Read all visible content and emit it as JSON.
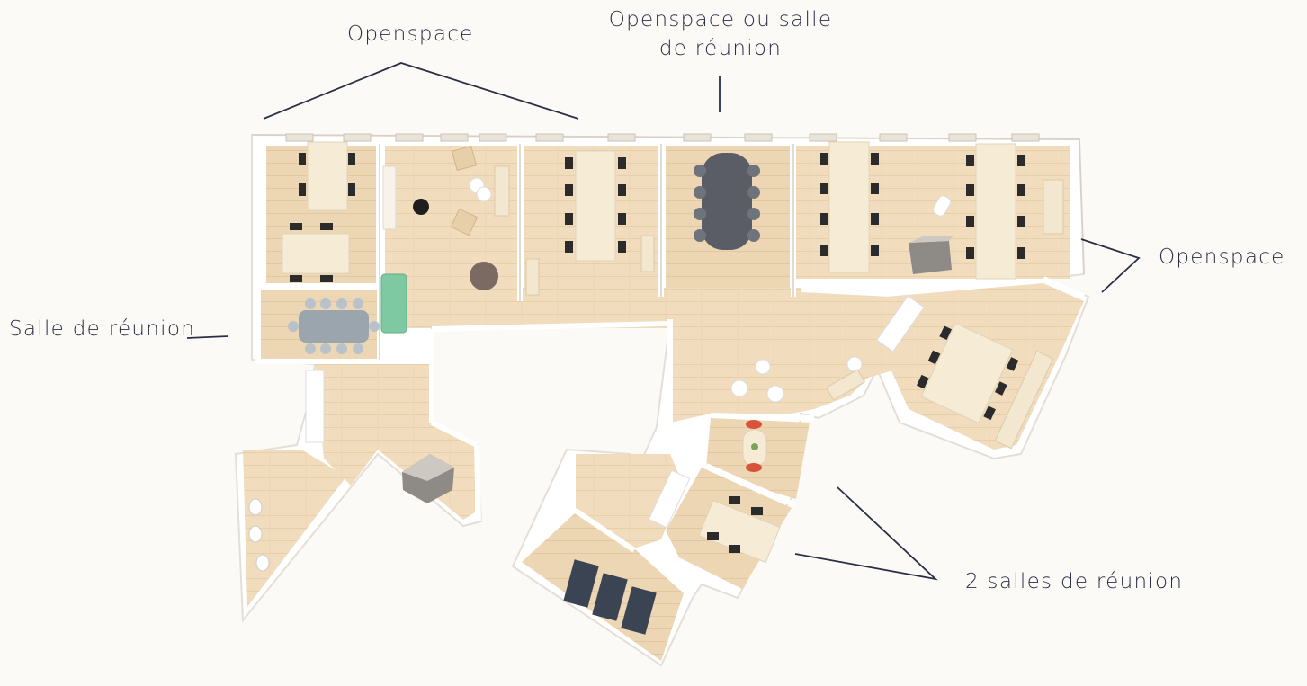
{
  "annotations": {
    "openspace_top_left": "Openspace",
    "openspace_or_meeting": "Openspace ou salle de réunion",
    "openspace_right": "Openspace",
    "meeting_room_left": "Salle de réunion",
    "two_meeting_rooms": "2 salles de réunion"
  },
  "colors": {
    "background": "#fcfaf6",
    "floor": "#f1dcbd",
    "wall": "#ffffff",
    "wall_shadow": "#d9d4cc",
    "furniture_table": "#f6ecd6",
    "chair": "#2b2b2b",
    "conference_table": "#5a5d66",
    "meeting_table": "#9aa5ad",
    "sofa": "#7fc9a2",
    "restroom": "#3a4453",
    "leader_line": "#2a2f45"
  }
}
